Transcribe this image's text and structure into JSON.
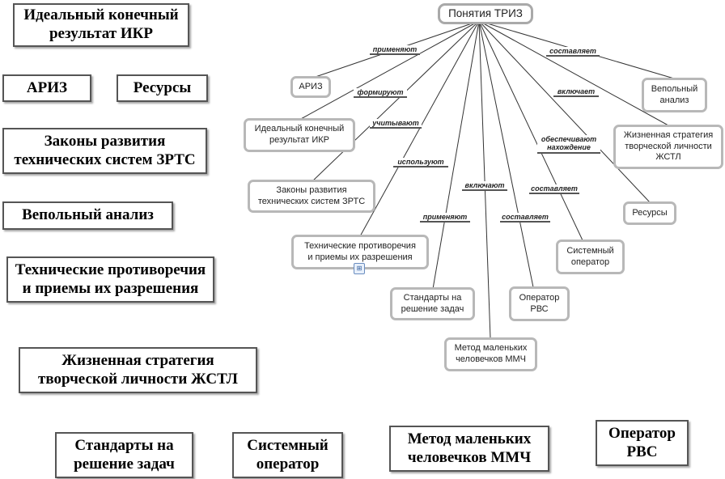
{
  "cards": [
    {
      "id": "ikr",
      "text": "Идеальный конечный\nрезультат ИКР"
    },
    {
      "id": "ariz",
      "text": "АРИЗ"
    },
    {
      "id": "resources",
      "text": "Ресурсы"
    },
    {
      "id": "zrts",
      "text": "Законы развития\nтехнических систем ЗРТС"
    },
    {
      "id": "vepole",
      "text": "Вепольный анализ"
    },
    {
      "id": "contradictions",
      "text": "Технические противоречия\nи приемы их разрешения"
    },
    {
      "id": "zhstl",
      "text": "Жизненная стратегия\nтворческой личности ЖСТЛ"
    },
    {
      "id": "standards",
      "text": "Стандарты на\nрешение задач"
    },
    {
      "id": "sysop",
      "text": "Системный\nоператор"
    },
    {
      "id": "mmch",
      "text": "Метод маленьких\nчеловечков ММЧ"
    },
    {
      "id": "rvs",
      "text": "Оператор\nРВС"
    }
  ],
  "concept_map": {
    "root": "Понятия ТРИЗ",
    "nodes": [
      {
        "id": "ariz",
        "text": "АРИЗ",
        "link": "применяют"
      },
      {
        "id": "ikr",
        "text": "Идеальный конечный\nрезультат ИКР",
        "link": "формируют"
      },
      {
        "id": "zrts",
        "text": "Законы развития\nтехнических систем ЗРТС",
        "link": "учитывают"
      },
      {
        "id": "contradictions",
        "text": "Технические противоречия\nи приемы их разрешения",
        "link": "используют"
      },
      {
        "id": "standards",
        "text": "Стандарты на\nрешение задач",
        "link": "применяют"
      },
      {
        "id": "mmch",
        "text": "Метод маленьких\nчеловечков ММЧ",
        "link": "включают"
      },
      {
        "id": "rvs",
        "text": "Оператор\nРВС",
        "link": "составляет"
      },
      {
        "id": "sysop",
        "text": "Системный\nоператор",
        "link": "составляет"
      },
      {
        "id": "resources",
        "text": "Ресурсы",
        "link": "обеспечивают\nнахождение"
      },
      {
        "id": "zhstl",
        "text": "Жизненная стратегия\nтворческой личности\nЖСТЛ",
        "link": "включает"
      },
      {
        "id": "vepole",
        "text": "Вепольный\nанализ",
        "link": "составляет"
      }
    ]
  },
  "icons": {
    "attachment": "concept-map-icon"
  }
}
